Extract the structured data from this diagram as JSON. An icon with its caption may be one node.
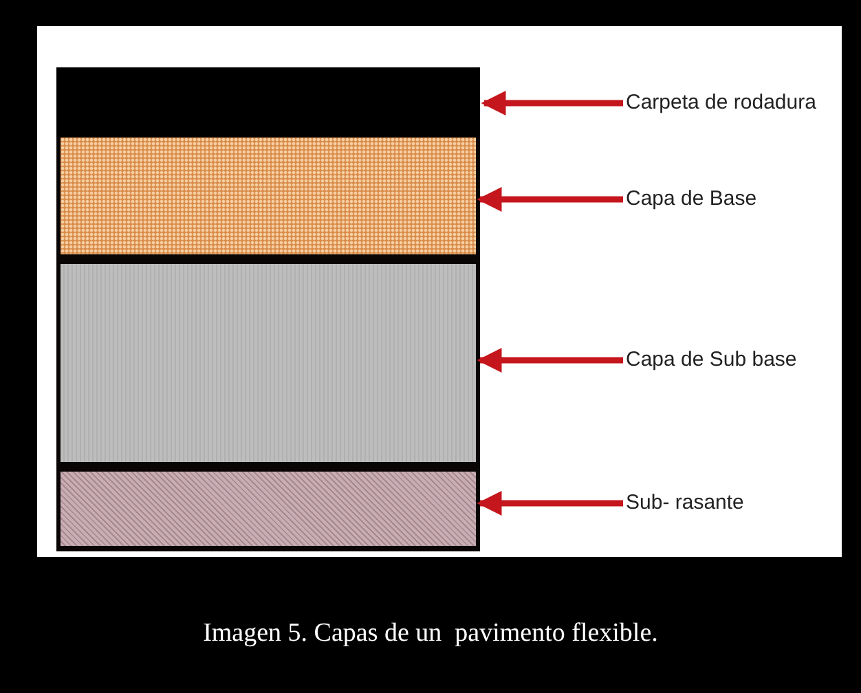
{
  "diagram": {
    "caption": "Imagen 5. Capas de un  pavimento flexible.",
    "nodes": [
      {
        "text": [],
        "shape": "bar"
      },
      {
        "text": [],
        "shape": "bar"
      },
      {
        "text": [],
        "shape": "bar"
      },
      {
        "text": [],
        "shape": "bar"
      },
      {
        "text": [
          "Carpeta de rodadura"
        ]
      },
      {
        "text": [
          "Capa de Base"
        ]
      },
      {
        "text": [
          "Capa de Sub base"
        ]
      },
      {
        "text": [
          "Sub- rasante"
        ]
      }
    ],
    "edges": [
      {
        "from": 4,
        "to": 0,
        "arrow": "to"
      },
      {
        "from": 5,
        "to": 1,
        "arrow": "to"
      },
      {
        "from": 6,
        "to": 2,
        "arrow": "to"
      },
      {
        "from": 7,
        "to": 3,
        "arrow": "to"
      }
    ]
  }
}
